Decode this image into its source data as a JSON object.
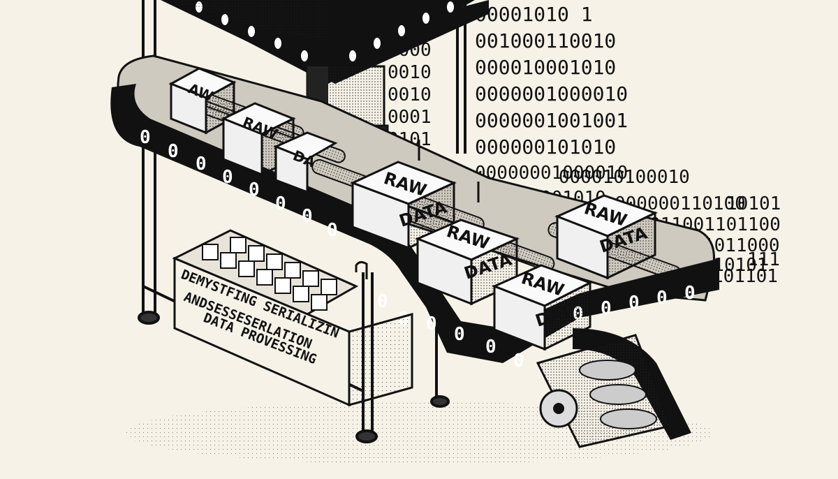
{
  "illustration": {
    "binary_columns_left": [
      "0",
      "1000",
      "0010",
      "0010",
      "0001",
      "0101"
    ],
    "binary_rows_right": [
      "00001010 1",
      "001000110010",
      "000010001010",
      "0000001000010",
      "0000001001001",
      "000000101010",
      "00000001000010",
      "000000001010",
      "000010100010",
      "000000110100",
      "011001101100",
      "1111011000",
      "1010101",
      "101101",
      "10101",
      "111"
    ],
    "boxes": [
      {
        "top": "AW",
        "bottom": ""
      },
      {
        "top": "RAW",
        "bottom": ""
      },
      {
        "top": "",
        "bottom": "DA"
      },
      {
        "top": "RAW",
        "bottom": "DATA"
      },
      {
        "top": "RAW",
        "bottom": "DATA"
      },
      {
        "top": "RAW",
        "bottom": "DATA"
      },
      {
        "top": "RAW",
        "bottom": "DAT"
      }
    ],
    "belt_text": "0",
    "banner_lines": [
      "DEMYSTFING SERIALIZIN",
      "ANDSESSESERLATION",
      "DATA PROVESSING"
    ]
  }
}
